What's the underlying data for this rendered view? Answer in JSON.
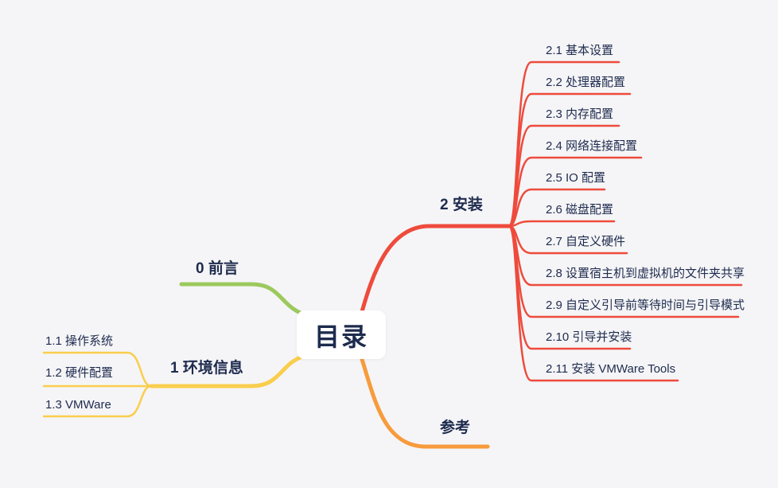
{
  "app": {
    "background_color": "#f5f5f7",
    "text_color": "#1e2b4e",
    "card_color": "#ffffff"
  },
  "root": {
    "label": "目录"
  },
  "branches": [
    {
      "id": "preface",
      "label": "0 前言",
      "color": "#9cc95c",
      "children": []
    },
    {
      "id": "environment",
      "label": "1 环境信息",
      "color": "#f9ce4d",
      "children": [
        {
          "label": "1.1 操作系统"
        },
        {
          "label": "1.2 硬件配置"
        },
        {
          "label": "1.3 VMWare"
        }
      ]
    },
    {
      "id": "install",
      "label": "2 安装",
      "color": "#ee4b3c",
      "children": [
        {
          "label": "2.1 基本设置"
        },
        {
          "label": "2.2 处理器配置"
        },
        {
          "label": "2.3 内存配置"
        },
        {
          "label": "2.4 网络连接配置"
        },
        {
          "label": "2.5 IO 配置"
        },
        {
          "label": "2.6 磁盘配置"
        },
        {
          "label": "2.7 自定义硬件"
        },
        {
          "label": "2.8 设置宿主机到虚拟机的文件夹共享"
        },
        {
          "label": "2.9 自定义引导前等待时间与引导模式"
        },
        {
          "label": "2.10 引导并安装"
        },
        {
          "label": "2.11 安装 VMWare Tools"
        }
      ]
    },
    {
      "id": "reference",
      "label": "参考",
      "color": "#f79b3c",
      "children": []
    }
  ]
}
